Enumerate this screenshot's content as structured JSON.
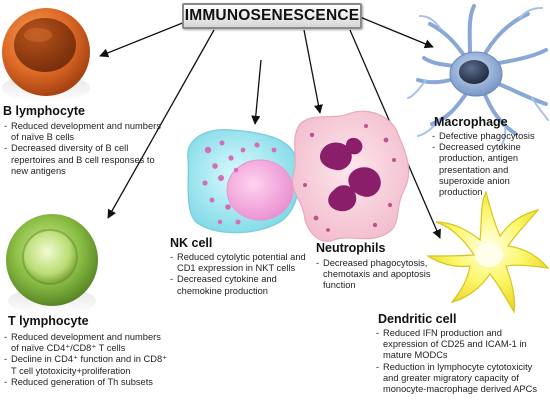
{
  "title": "IMMUNOSENESCENCE",
  "colors": {
    "b_cell": "#d86a28",
    "t_cell": "#6f9f32",
    "nk_cell": "#86e4ee",
    "neutrophil": "#f4c9d6",
    "macrophage": "#86a9d8",
    "dendritic": "#f7f33a"
  },
  "cells": [
    {
      "id": "b-lymphocyte",
      "title": "B lymphocyte",
      "icon": "b-lymphocyte-icon",
      "lines": [
        "Reduced development and numbers of naïve B cells",
        "Decreased diversity of B cell repertoires and B cell responses to new antigens"
      ]
    },
    {
      "id": "t-lymphocyte",
      "title": "T lymphocyte",
      "icon": "t-lymphocyte-icon",
      "lines": [
        "Reduced development and numbers of naïve CD4⁺/CD8⁺ T cells",
        "Decline in CD4⁺ function and in CD8⁺ T cell ytotoxicity+proliferation",
        "Reduced generation of Th subsets"
      ]
    },
    {
      "id": "nk-cell",
      "title": "NK cell",
      "icon": "nk-cell-icon",
      "lines": [
        "Reduced cytolytic potential and CD1 expression in NKT cells",
        "Decreased cytokine and chemokine production"
      ]
    },
    {
      "id": "neutrophils",
      "title": "Neutrophils",
      "icon": "neutrophil-icon",
      "lines": [
        "Decreased phagocytosis, chemotaxis and apoptosis function"
      ]
    },
    {
      "id": "macrophage",
      "title": "Macrophage",
      "icon": "macrophage-icon",
      "lines": [
        "Defective phagocytosis",
        "Decreased cytokine production, antigen presentation and superoxide anion production"
      ]
    },
    {
      "id": "dendritic-cell",
      "title": "Dendritic cell",
      "icon": "dendritic-cell-icon",
      "lines": [
        "Reduced IFN production and expression of CD25 and ICAM-1 in mature MODCs",
        "Reduction in lymphocyte cytotoxicity and greater migratory capacity of monocyte-macrophage derived APCs"
      ]
    }
  ]
}
